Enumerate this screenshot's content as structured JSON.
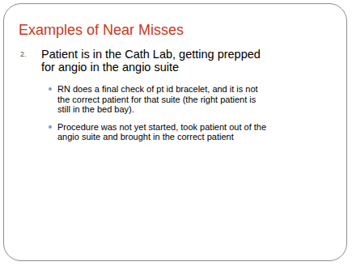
{
  "diagram": {
    "title": "Examples of Near Misses",
    "nodes": [
      {
        "text": [
          "Patient is in the Cath Lab, getting prepped for angio in the angio suite",
          "RN does a final check of pt id bracelet, and it is not the correct patient for that suite (the right patient is still in the bed bay).",
          "Procedure was not yet started, took patient out of the angio suite and brought in the correct patient"
        ]
      }
    ],
    "labels": [
      "2."
    ]
  }
}
